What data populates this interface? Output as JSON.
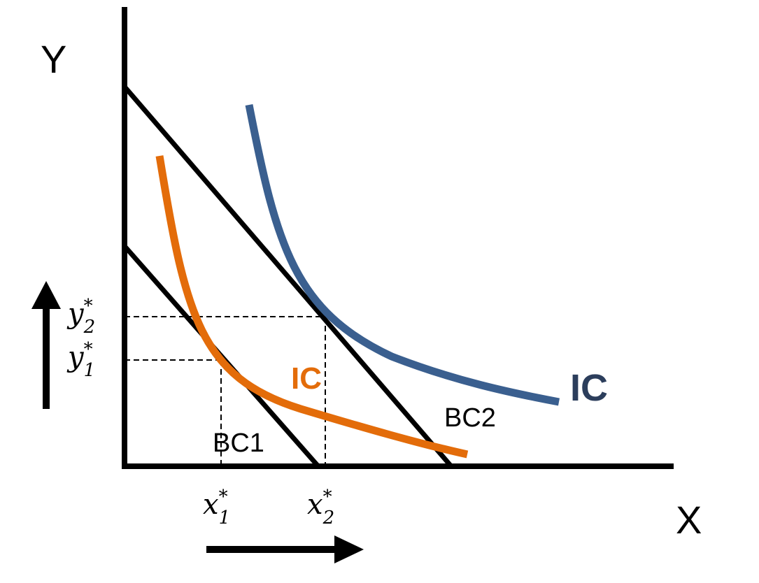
{
  "axes": {
    "y_label": "Y",
    "x_label": "X"
  },
  "budget_constraints": [
    {
      "label": "BC1",
      "color": "#000000"
    },
    {
      "label": "BC2",
      "color": "#000000"
    }
  ],
  "indifference_curves": [
    {
      "label": "IC",
      "color": "#e36c0a"
    },
    {
      "label": "IC",
      "color": "#3a5f8f",
      "label_color": "#2c3e5c"
    }
  ],
  "optima": {
    "x1": {
      "base": "x",
      "sub": "1",
      "sup": "*"
    },
    "x2": {
      "base": "x",
      "sub": "2",
      "sup": "*"
    },
    "y1": {
      "base": "y",
      "sub": "1",
      "sup": "*"
    },
    "y2": {
      "base": "y",
      "sub": "2",
      "sup": "*"
    }
  },
  "arrows": [
    {
      "direction": "up",
      "meaning": "increase in Y"
    },
    {
      "direction": "right",
      "meaning": "increase in X"
    }
  ]
}
